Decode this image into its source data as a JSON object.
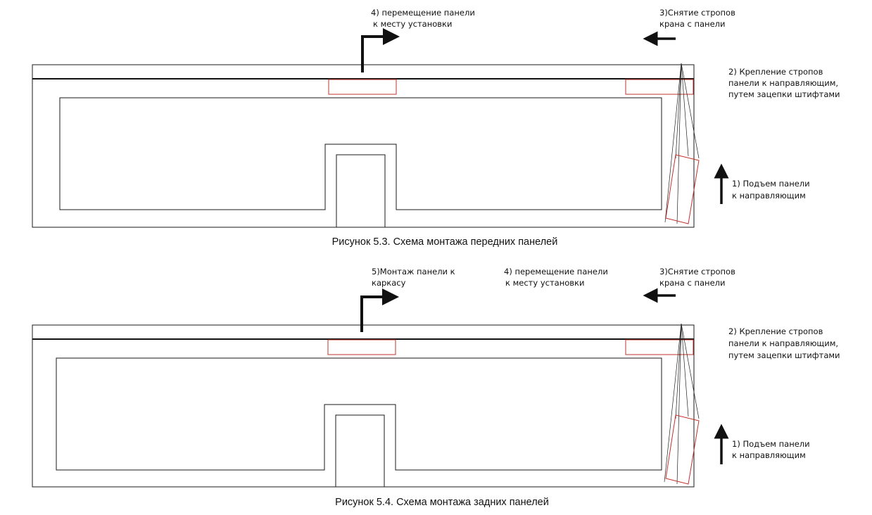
{
  "colors": {
    "ink": "#111111",
    "outline": "#1a1a1a",
    "highlight": "#c0342b",
    "background": "#ffffff"
  },
  "figures": [
    {
      "caption": "Рисунок 5.3. Схема монтажа передних панелей",
      "labels": {
        "move": [
          "4) перемещение панели",
          "к месту установки"
        ],
        "remove": [
          "3)Снятие стропов",
          "крана с панели"
        ],
        "attach": [
          "2) Крепление стропов",
          "панели к направляющим,",
          "путем зацепки штифтами"
        ],
        "lift": [
          "1) Подъем панели",
          "к направляющим"
        ]
      }
    },
    {
      "caption": "Рисунок 5.4. Схема монтажа задних панелей",
      "labels": {
        "mount": [
          "5)Монтаж панели к",
          "каркасу"
        ],
        "move": [
          "4) перемещение панели",
          "к месту установки"
        ],
        "remove": [
          "3)Снятие стропов",
          "крана с панели"
        ],
        "attach": [
          "2) Крепление стропов",
          "панели к направляющим,",
          "путем зацепки штифтами"
        ],
        "lift": [
          "1) Подъем панели",
          "к направляющим"
        ]
      }
    }
  ]
}
